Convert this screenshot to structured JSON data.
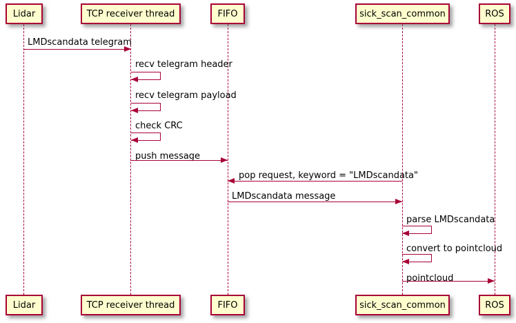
{
  "diagram": {
    "type": "uml-sequence-diagram",
    "colors": {
      "participant_fill": "#FEFECE",
      "border": "#A80036",
      "arrow": "#A80036",
      "text": "#000000",
      "background": "#FFFFFF"
    },
    "participants": [
      {
        "name": "Lidar"
      },
      {
        "name": "TCP receiver thread"
      },
      {
        "name": "FIFO"
      },
      {
        "name": "sick_scan_common"
      },
      {
        "name": "ROS"
      }
    ],
    "messages": [
      {
        "from": "Lidar",
        "to": "TCP receiver thread",
        "type": "arrow",
        "label": "LMDscandata telegram"
      },
      {
        "from": "TCP receiver thread",
        "to": "TCP receiver thread",
        "type": "self",
        "label": "recv telegram header"
      },
      {
        "from": "TCP receiver thread",
        "to": "TCP receiver thread",
        "type": "self",
        "label": "recv telegram payload"
      },
      {
        "from": "TCP receiver thread",
        "to": "TCP receiver thread",
        "type": "self",
        "label": "check CRC"
      },
      {
        "from": "TCP receiver thread",
        "to": "FIFO",
        "type": "arrow",
        "label": "push message"
      },
      {
        "from": "sick_scan_common",
        "to": "FIFO",
        "type": "arrow",
        "label": "pop request, keyword = \"LMDscandata\""
      },
      {
        "from": "FIFO",
        "to": "sick_scan_common",
        "type": "arrow",
        "label": "LMDscandata message"
      },
      {
        "from": "sick_scan_common",
        "to": "sick_scan_common",
        "type": "self",
        "label": "parse LMDscandata"
      },
      {
        "from": "sick_scan_common",
        "to": "sick_scan_common",
        "type": "self",
        "label": "convert to pointcloud"
      },
      {
        "from": "sick_scan_common",
        "to": "ROS",
        "type": "arrow",
        "label": "pointcloud"
      }
    ]
  }
}
